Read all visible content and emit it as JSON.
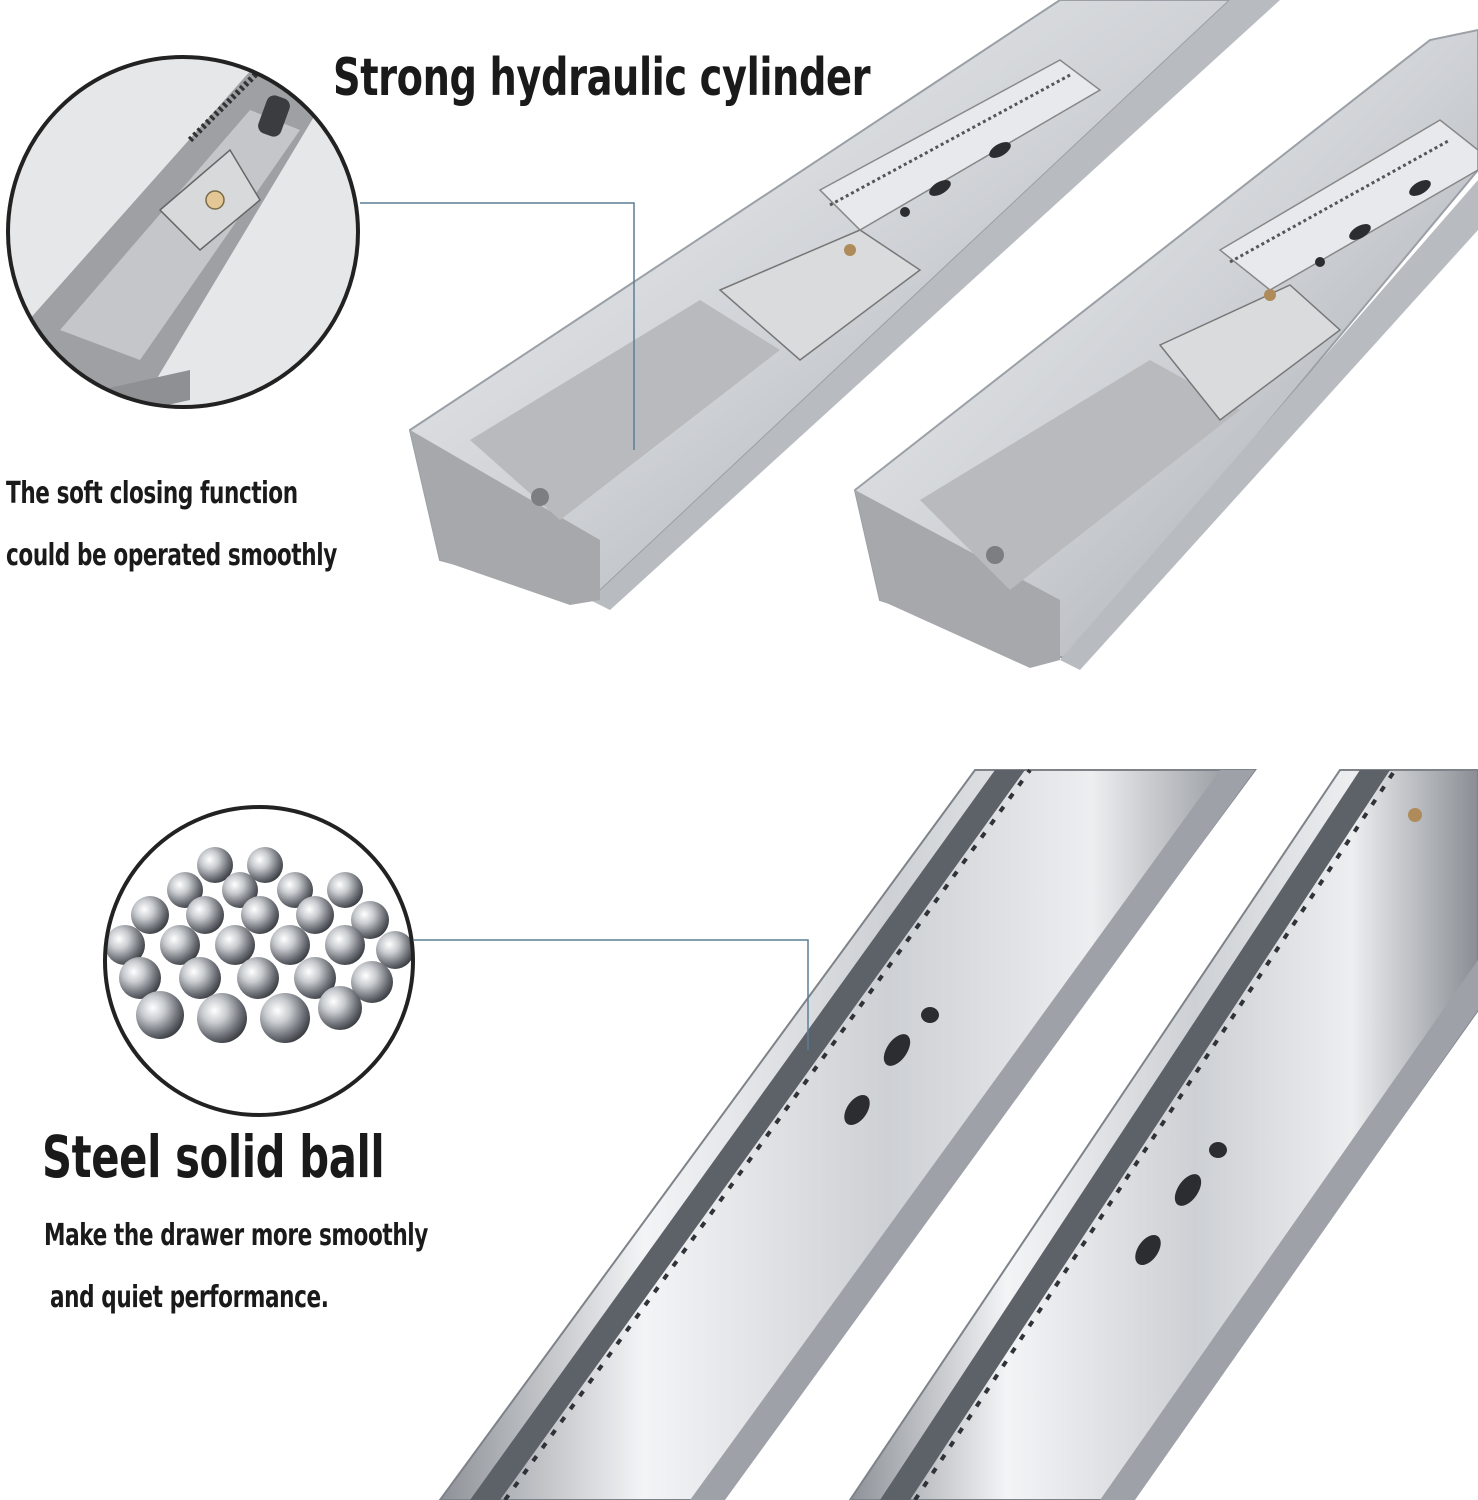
{
  "top": {
    "heading": "Strong hydraulic cylinder",
    "soft_close_line1": "The soft closing function",
    "soft_close_line2": "could be operated smoothly"
  },
  "bottom": {
    "heading": "Steel solid ball",
    "desc_line1": "Make the drawer more smoothly",
    "desc_line2": "and quiet performance."
  },
  "colors": {
    "rail_steel": "#c9ccd1",
    "rail_shadow": "#8c9097",
    "plastic_grey": "#a9a9ab",
    "callout_line": "#5b7e96",
    "circle_border": "#222222"
  }
}
